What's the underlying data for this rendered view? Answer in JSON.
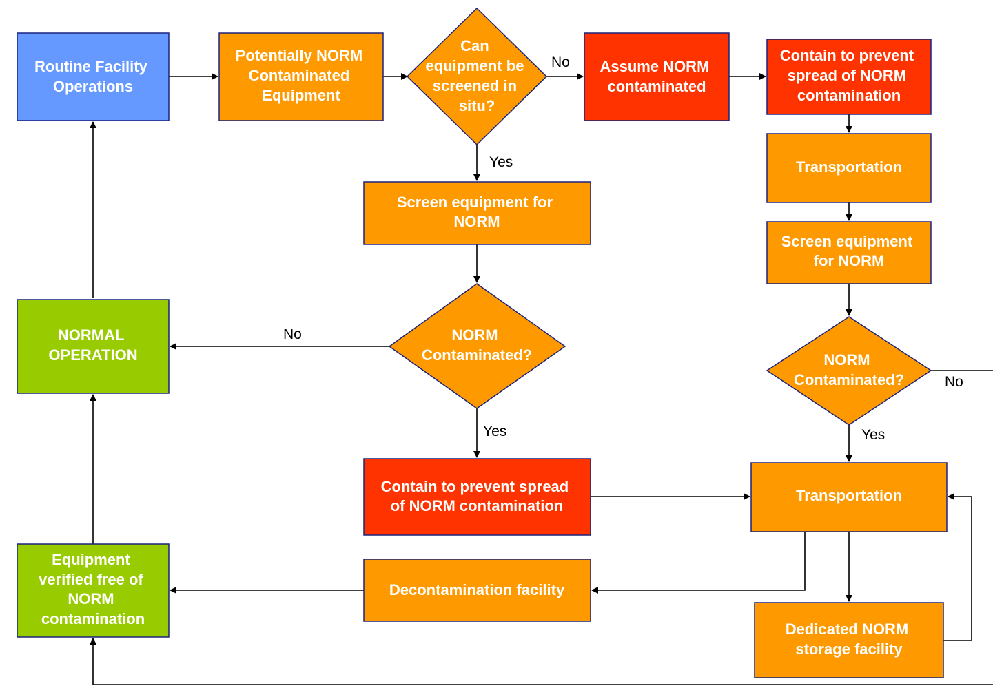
{
  "colors": {
    "blue": "#6699ff",
    "orange": "#ff9900",
    "red": "#ff3300",
    "green": "#99cc00",
    "border": "#1a237e",
    "arrow": "#000000"
  },
  "nodes": {
    "routine": {
      "lines": [
        "Routine Facility",
        "Operations"
      ],
      "fill": "blue"
    },
    "potential": {
      "lines": [
        "Potentially NORM",
        "Contaminated",
        "Equipment"
      ],
      "fill": "orange"
    },
    "can_screen": {
      "lines": [
        "Can",
        "equipment be",
        "screened in",
        "situ?"
      ],
      "fill": "orange"
    },
    "assume": {
      "lines": [
        "Assume NORM",
        "contaminated"
      ],
      "fill": "red"
    },
    "contain_top": {
      "lines": [
        "Contain to prevent",
        "spread of NORM",
        "contamination"
      ],
      "fill": "red"
    },
    "transport_top": {
      "lines": [
        "Transportation"
      ],
      "fill": "orange"
    },
    "screen_right": {
      "lines": [
        "Screen equipment",
        "for NORM"
      ],
      "fill": "orange"
    },
    "contaminated_right": {
      "lines": [
        "NORM",
        "Contaminated?"
      ],
      "fill": "orange"
    },
    "screen_mid": {
      "lines": [
        "Screen equipment for",
        "NORM"
      ],
      "fill": "orange"
    },
    "contaminated_mid": {
      "lines": [
        "NORM",
        "Contaminated?"
      ],
      "fill": "orange"
    },
    "normal": {
      "lines": [
        "NORMAL",
        "OPERATION"
      ],
      "fill": "green"
    },
    "contain_mid": {
      "lines": [
        "Contain to prevent spread",
        "of NORM contamination"
      ],
      "fill": "red"
    },
    "transport_bottom": {
      "lines": [
        "Transportation"
      ],
      "fill": "orange"
    },
    "decon": {
      "lines": [
        "Decontamination facility"
      ],
      "fill": "orange"
    },
    "verified": {
      "lines": [
        "Equipment",
        "verified free of",
        "NORM",
        "contamination"
      ],
      "fill": "green"
    },
    "storage": {
      "lines": [
        "Dedicated NORM",
        "storage facility"
      ],
      "fill": "orange"
    }
  },
  "edge_labels": {
    "no_top": "No",
    "yes_top": "Yes",
    "no_mid": "No",
    "yes_mid": "Yes",
    "no_right": "No",
    "yes_right": "Yes"
  }
}
